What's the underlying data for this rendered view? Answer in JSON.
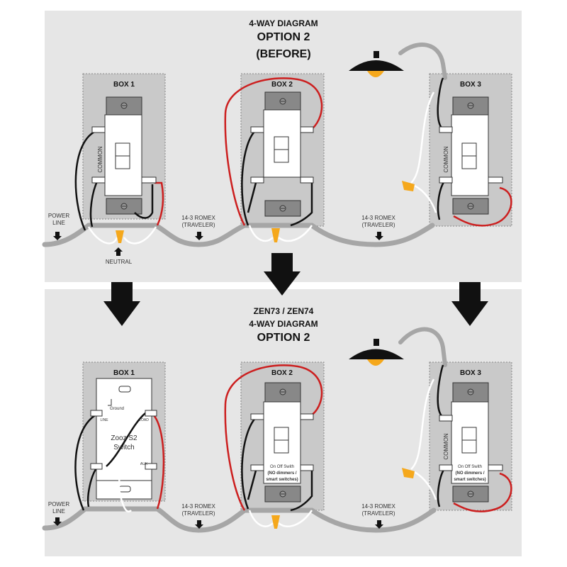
{
  "top": {
    "title1": "4-WAY DIAGRAM",
    "title2": "OPTION 2",
    "title3": "(BEFORE)",
    "box1_label": "BOX 1",
    "box2_label": "BOX 2",
    "box3_label": "BOX 3",
    "power_line": "POWER LINE",
    "neutral": "NEUTRAL",
    "romex1": "14-3 ROMEX (TRAVELER)",
    "romex2": "14-3 ROMEX (TRAVELER)",
    "common1": "COMMON",
    "common3": "COMMON"
  },
  "bottom": {
    "title1": "ZEN73 / ZEN74",
    "title2": "4-WAY DIAGRAM",
    "title3": "OPTION 2",
    "box1_label": "BOX 1",
    "box2_label": "BOX 2",
    "box3_label": "BOX 3",
    "power_line": "POWER LINE",
    "romex1": "14-3 ROMEX (TRAVELER)",
    "romex2": "14-3 ROMEX (TRAVELER)",
    "zooz_line1": "Zooz S2",
    "zooz_line2": "Switch",
    "ground": "Ground",
    "line": "LINE",
    "load": "LOAD",
    "aux": "AUX",
    "onoff_line1": "On Off Swith",
    "onoff_line2": "(NO dimmers /",
    "onoff_line3": "smart switches)",
    "common3": "COMMON"
  },
  "colors": {
    "panel": "#e6e6e6",
    "box": "#c9c9c9",
    "romex": "#a6a6a6",
    "hot": "#111111",
    "traveler": "#cc1f1f",
    "neutral": "#ffffff",
    "wirenut": "#f5a81c",
    "lamp": "#111111",
    "bulb": "#f5a81c"
  }
}
